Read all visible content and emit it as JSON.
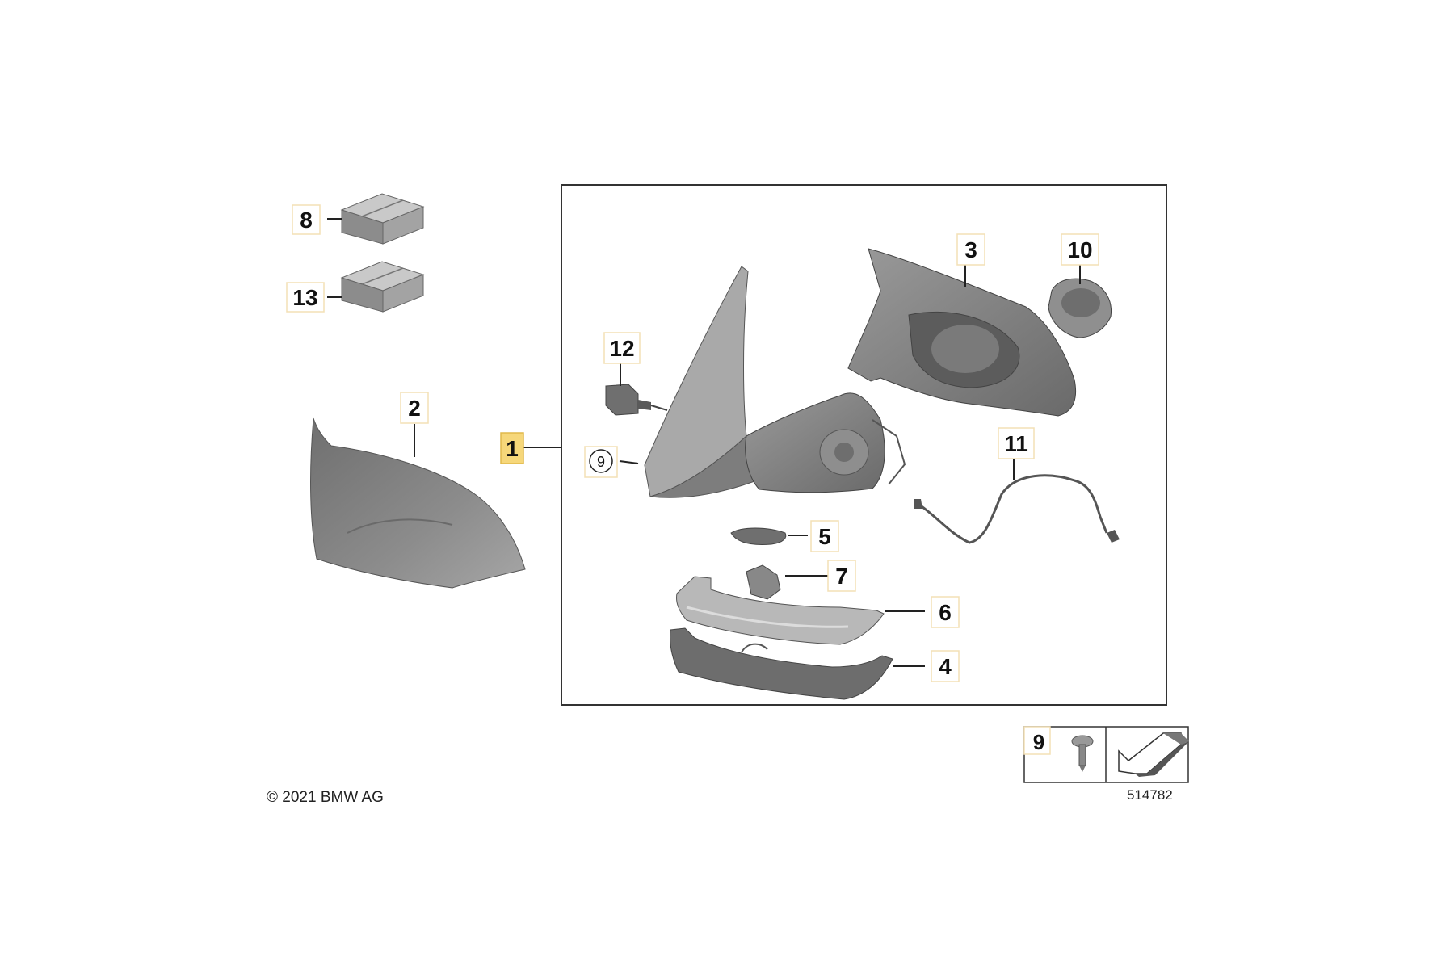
{
  "callouts": {
    "c1": "1",
    "c2": "2",
    "c3": "3",
    "c4": "4",
    "c5": "5",
    "c6": "6",
    "c7": "7",
    "c8": "8",
    "c9_circled": "9",
    "c10": "10",
    "c11": "11",
    "c12": "12",
    "c13": "13"
  },
  "legend": {
    "item_number": "9"
  },
  "footer": {
    "copyright": "© 2021 BMW AG",
    "diagram_number": "514782"
  },
  "colors": {
    "part_fill": "#8a8a8a",
    "part_dark": "#5e5e5e",
    "part_light": "#b0b0b0",
    "label_box": "#f3e0b5",
    "highlight_fill": "#f6d77a",
    "frame": "#333333"
  }
}
